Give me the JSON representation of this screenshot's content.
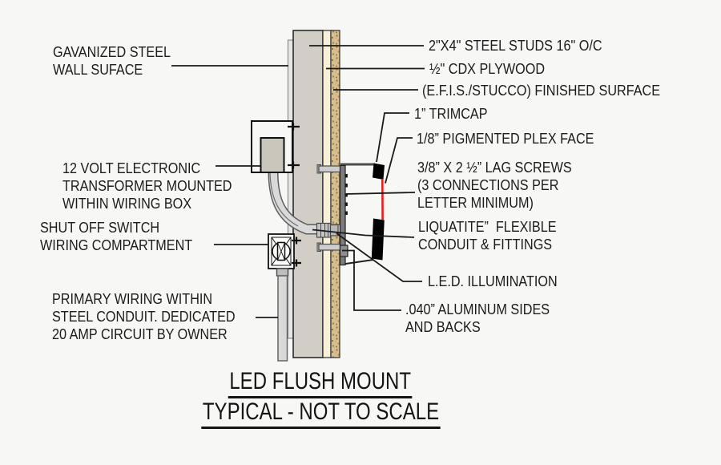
{
  "meta": {
    "drawing_type": "channel letter sign mounting section detail",
    "colors": {
      "background": "#f7f7f6",
      "stud_fill": "#d2cec5",
      "plywood_fill": "#f8f1d8",
      "stucco_fill": "#d7bf92",
      "galvanized_fill": "#e6e6e4",
      "conduit_fill": "#d9d9d9",
      "trimcap_fill": "#000000",
      "plex_face_accent": "#e31f1f",
      "line_color": "#1a1a1a"
    }
  },
  "title": {
    "line1": "LED FLUSH MOUNT",
    "line2": "TYPICAL - NOT TO SCALE"
  },
  "labels": {
    "galvanized": [
      "GAVANIZED STEEL",
      "WALL SUFACE"
    ],
    "transformer": [
      "12 VOLT ELECTRONIC",
      "TRANSFORMER MOUNTED",
      "WITHIN WIRING BOX"
    ],
    "shutoff": [
      "SHUT OFF SWITCH",
      "WIRING COMPARTMENT"
    ],
    "primary": [
      "PRIMARY WIRING WITHIN",
      "STEEL CONDUIT. DEDICATED",
      "20 AMP CIRCUIT BY OWNER"
    ],
    "studs": [
      "2\"X4\" STEEL STUDS 16\" O/C"
    ],
    "plywood": [
      "½\" CDX PLYWOOD"
    ],
    "efis": [
      "(E.F.I.S./STUCCO) FINISHED SURFACE"
    ],
    "trimcap": [
      "1” TRIMCAP"
    ],
    "plex": [
      "1/8” PIGMENTED PLEX FACE"
    ],
    "lagscrews": [
      "3/8” X 2 ½” LAG SCREWS",
      "(3 CONNECTIONS PER",
      "LETTER MINIMUM)"
    ],
    "liquatite": [
      "LIQUATITE”  FLEXIBLE",
      "CONDUIT & FITTINGS"
    ],
    "led": [
      "L.E.D. ILLUMINATION"
    ],
    "aluminum": [
      ".040” ALUMINUM SIDES",
      "AND BACKS"
    ]
  }
}
